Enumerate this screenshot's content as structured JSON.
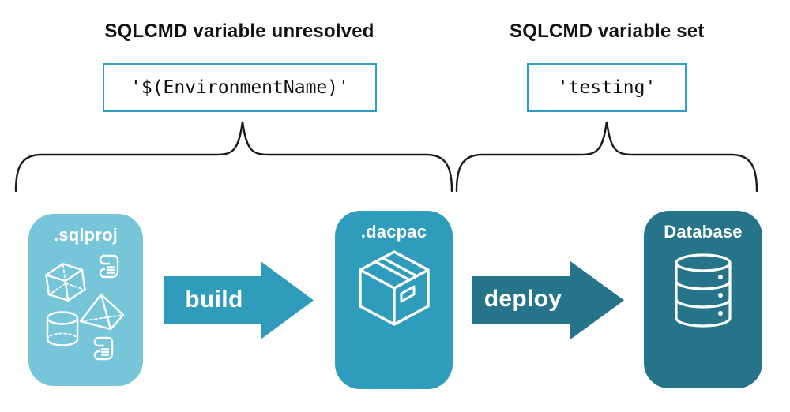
{
  "diagram": {
    "left_section": {
      "heading": "SQLCMD variable unresolved",
      "code": "'$(EnvironmentName)'"
    },
    "right_section": {
      "heading": "SQLCMD variable set",
      "code": "'testing'"
    },
    "stages": [
      {
        "id": "sqlproj",
        "title": ".sqlproj",
        "icon": "sql-objects-icon",
        "color": "#76c5d8"
      },
      {
        "id": "dacpac",
        "title": ".dacpac",
        "icon": "package-box-icon",
        "color": "#2e9cba"
      },
      {
        "id": "database",
        "title": "Database",
        "icon": "database-cylinder-icon",
        "color": "#26748a"
      }
    ],
    "arrows": [
      {
        "label": "build",
        "color": "#2e9cba"
      },
      {
        "label": "deploy",
        "color": "#26748a"
      }
    ],
    "colors": {
      "code_box_border": "#2d9fc4",
      "brace_stroke": "#1a1a1a",
      "heading_text": "#111111",
      "code_text": "#111111",
      "card_text": "#ffffff",
      "background": "#ffffff"
    }
  }
}
